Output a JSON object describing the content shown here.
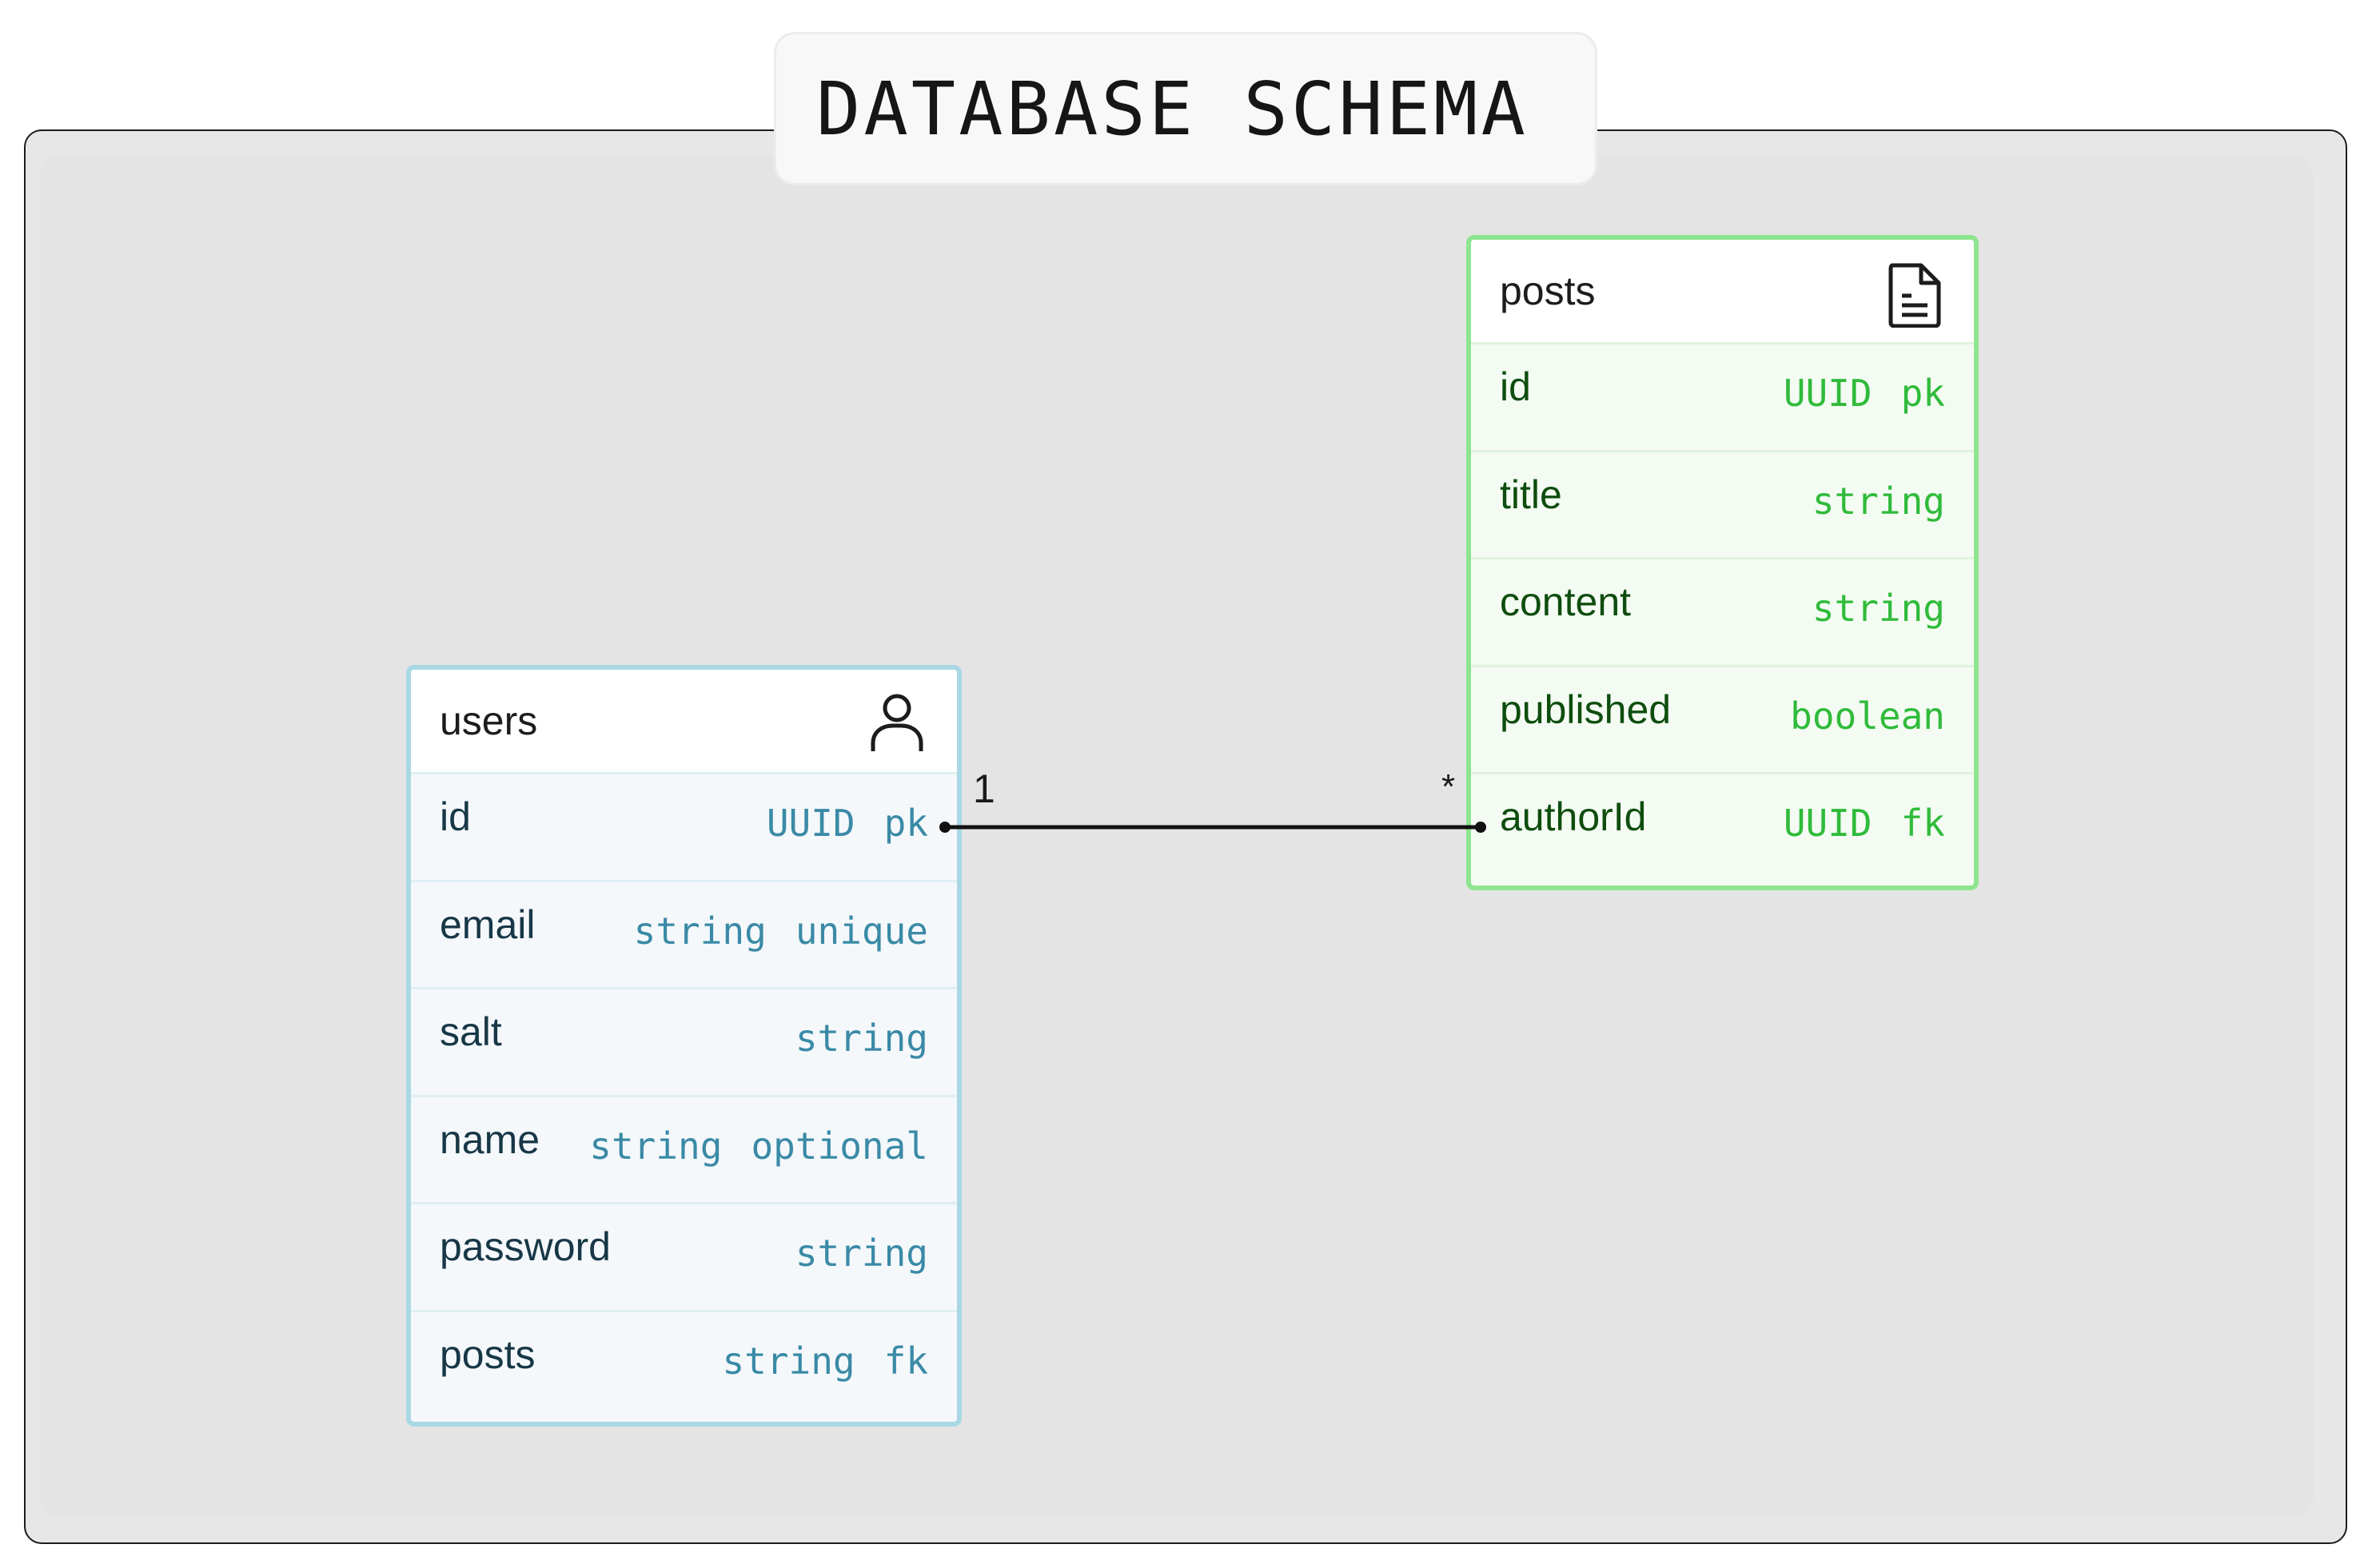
{
  "title": "DATABASE SCHEMA",
  "entities": {
    "users": {
      "name": "users",
      "icon": "user-icon",
      "fields": [
        {
          "name": "id",
          "types": [
            "UUID",
            "pk"
          ]
        },
        {
          "name": "email",
          "types": [
            "string",
            "unique"
          ]
        },
        {
          "name": "salt",
          "types": [
            "string"
          ]
        },
        {
          "name": "name",
          "types": [
            "string",
            "optional"
          ]
        },
        {
          "name": "password",
          "types": [
            "string"
          ]
        },
        {
          "name": "posts",
          "types": [
            "string",
            "fk"
          ]
        }
      ]
    },
    "posts": {
      "name": "posts",
      "icon": "document-icon",
      "fields": [
        {
          "name": "id",
          "types": [
            "UUID",
            "pk"
          ]
        },
        {
          "name": "title",
          "types": [
            "string"
          ]
        },
        {
          "name": "content",
          "types": [
            "string"
          ]
        },
        {
          "name": "published",
          "types": [
            "boolean"
          ]
        },
        {
          "name": "authorId",
          "types": [
            "UUID",
            "fk"
          ]
        }
      ]
    }
  },
  "relationship": {
    "from": "users.id",
    "to": "posts.authorId",
    "from_cardinality": "1",
    "to_cardinality": "*"
  },
  "colors": {
    "users_border": "#a9d8e4",
    "posts_border": "#8fe58f",
    "users_type": "#3a8aa6",
    "posts_type": "#2fbb3a"
  }
}
